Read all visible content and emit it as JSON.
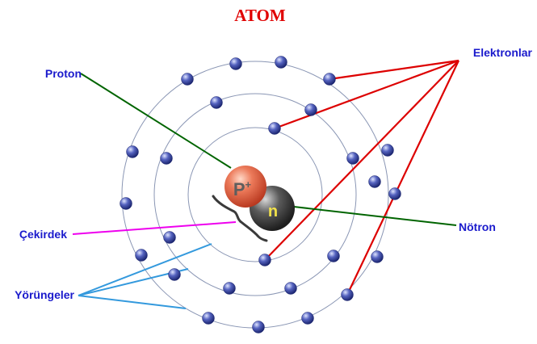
{
  "title": "ATOM",
  "labels": {
    "proton": "Proton",
    "electrons": "Elektronlar",
    "nucleus": "Çekirdek",
    "neutron": "Nötron",
    "orbits": "Yörüngeler"
  },
  "nucleus": {
    "proton_letter": "P",
    "proton_sup": "+",
    "neutron_letter": "n"
  },
  "colors": {
    "title": "#e00000",
    "label_text": "#1a1acc",
    "electron_lines": "#dd0000",
    "proton_line": "#006400",
    "neutron_line": "#006400",
    "nucleus_line": "#ee00ee",
    "orbit_lines": "#3399dd",
    "orbit": "#8a96b4",
    "proton": "#e06a4e",
    "neutron": "#555555",
    "electron": "#2f3f98"
  }
}
